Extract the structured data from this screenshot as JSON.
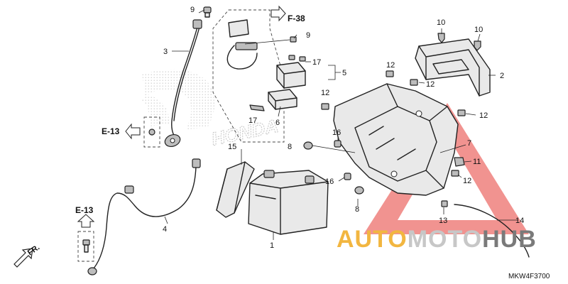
{
  "diagram": {
    "code": "MKW4F3700",
    "front_label": "FR.",
    "watermark": {
      "honda": "HONDA",
      "brand_part1": "AUTO",
      "brand_part2": "MOTO",
      "brand_part3": "HUB",
      "colors": {
        "auto": "#f2b640",
        "moto": "#c7c7c7",
        "hub": "#7a7a7a",
        "triangle": "#e53a35"
      }
    },
    "refs": {
      "f38": "F-38",
      "e13_left": "E-13",
      "e13_bottom": "E-13"
    },
    "callouts": {
      "c1": "1",
      "c2": "2",
      "c3": "3",
      "c4": "4",
      "c5": "5",
      "c6": "6",
      "c7": "7",
      "c8a": "8",
      "c8b": "8",
      "c9a": "9",
      "c9b": "9",
      "c10a": "10",
      "c10b": "10",
      "c11": "11",
      "c12a": "12",
      "c12b": "12",
      "c12c": "12",
      "c12d": "12",
      "c12e": "12",
      "c13": "13",
      "c14": "14",
      "c15": "15",
      "c16a": "16",
      "c16b": "16",
      "c17a": "17",
      "c17b": "17"
    }
  }
}
